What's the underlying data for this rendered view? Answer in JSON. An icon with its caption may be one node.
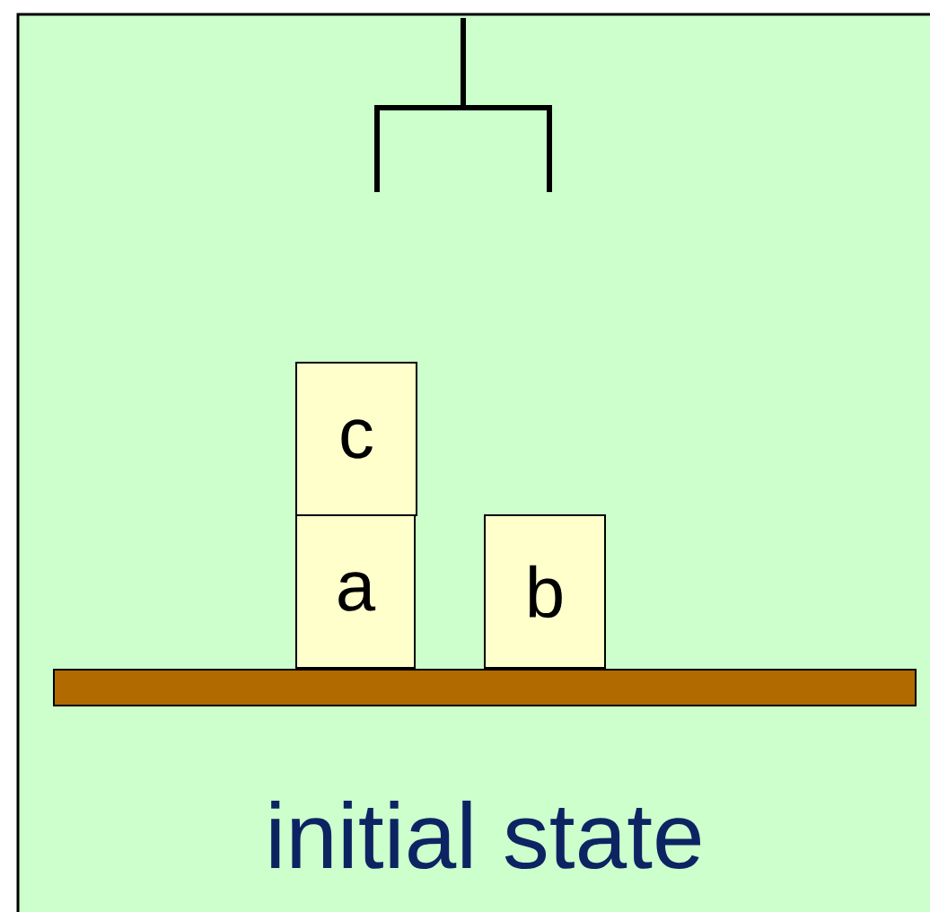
{
  "diagram": {
    "nodes": [
      {
        "text": [
          "c"
        ]
      },
      {
        "text": [
          "a"
        ]
      },
      {
        "text": [
          "b"
        ]
      },
      {
        "text": [],
        "shape": "bar"
      }
    ],
    "labels": [
      "initial state"
    ]
  }
}
